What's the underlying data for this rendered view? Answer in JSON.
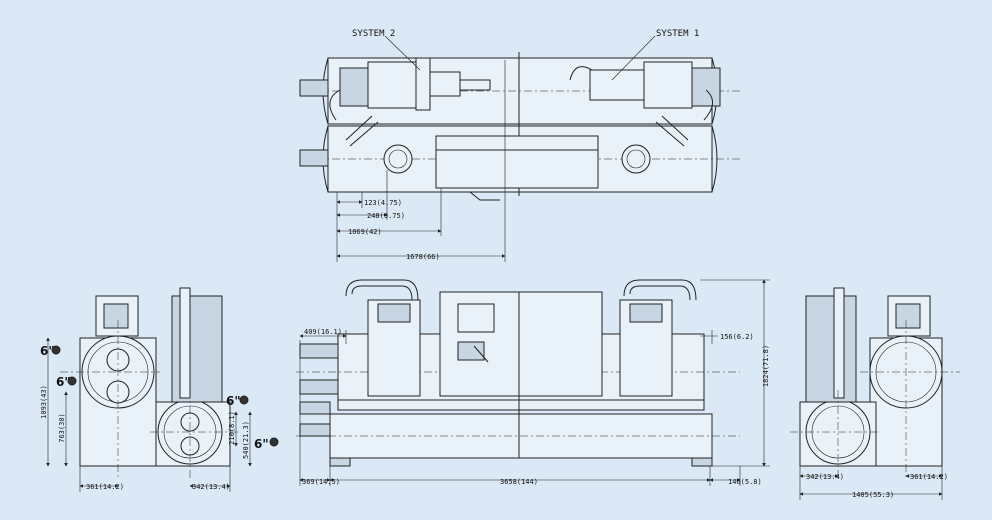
{
  "labels": {
    "system2": "SYSTEM 2",
    "system1": "SYSTEM 1"
  },
  "top_dims": {
    "d1": "123(4.75)",
    "d2": "248(9.75)",
    "d3": "1069(42)",
    "d4": "1678(66)"
  },
  "front_dims": {
    "left_conn": "409(16.1)",
    "right_conn": "156(6.2)",
    "height": "1824(71.8)",
    "left_off": "369(14.5)",
    "length": "3658(144)",
    "right_off": "146(5.8)"
  },
  "left_dims": {
    "h1": "1093(43)",
    "h2": "763(30)",
    "h3": "210(8.1)",
    "h4": "540(21.3)",
    "w1": "361(14.2)",
    "w2": "342(13.4)"
  },
  "pipe_size": "6\"",
  "right_dims": {
    "w1": "342(13.4)",
    "w2": "361(14.2)",
    "w3": "1405(55.3)"
  }
}
